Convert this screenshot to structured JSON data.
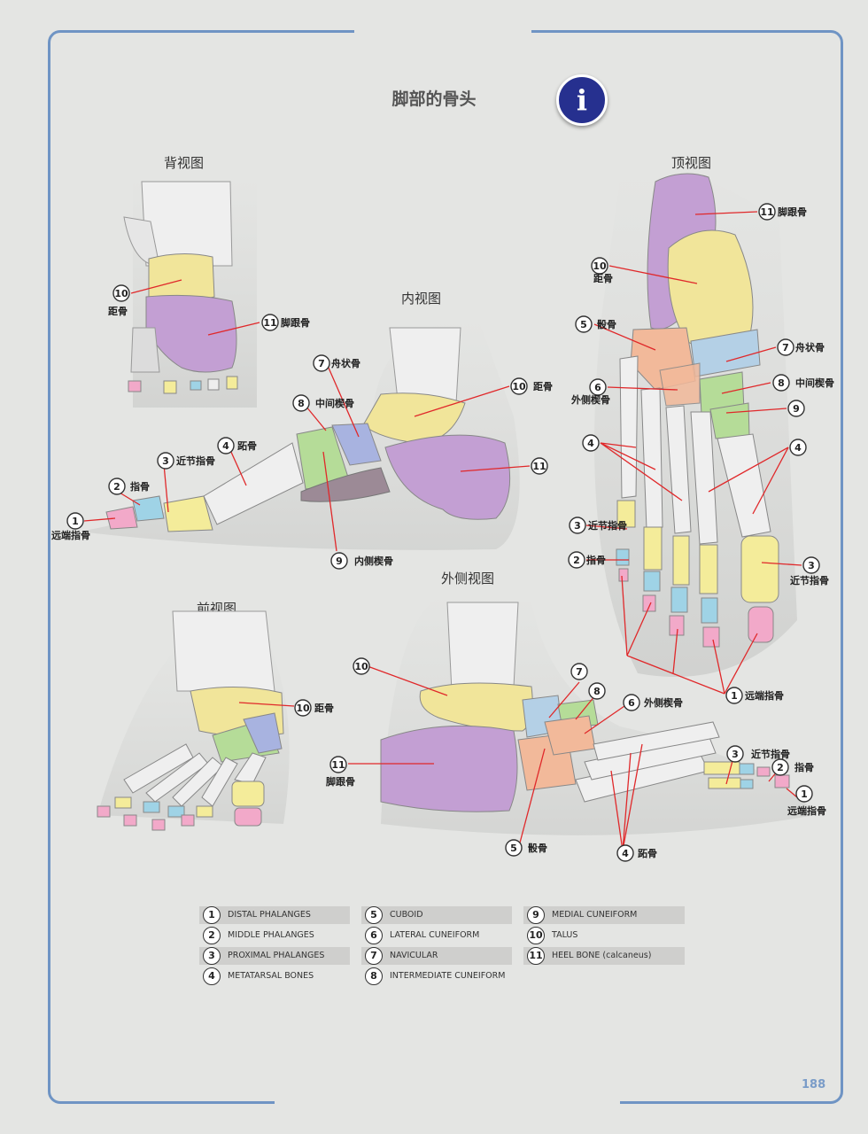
{
  "header": {
    "title": "脚部的骨头",
    "info_glyph": "i"
  },
  "views": {
    "dorsal": "背视图",
    "top": "顶视图",
    "medial": "内视图",
    "front": "前视图",
    "lateral": "外侧视图"
  },
  "labels": {
    "dorsal_10": "10",
    "dorsal_10_text": "距骨",
    "dorsal_11": "11",
    "dorsal_11_text": "脚跟骨",
    "top_11": "11",
    "top_11_text": "脚跟骨",
    "top_10": "10",
    "top_10_text": "距骨",
    "top_5": "5",
    "top_5_text": "骰骨",
    "top_7": "7",
    "top_7_text": "舟状骨",
    "top_6": "6",
    "top_6_text": "外侧楔骨",
    "top_8": "8",
    "top_8_text": "中间楔骨",
    "top_9": "9",
    "top_4a": "4",
    "top_4b": "4",
    "top_3a": "3",
    "top_3a_text": "近节指骨",
    "top_2": "2",
    "top_2_text": "指骨",
    "top_3b": "3",
    "top_3b_text": "近节指骨",
    "top_1": "1",
    "top_1_text": "远端指骨",
    "med_7": "7",
    "med_7_text": "舟状骨",
    "med_8": "8",
    "med_8_text": "中间楔骨",
    "med_10": "10",
    "med_10_text": "距骨",
    "med_4": "4",
    "med_4_text": "跖骨",
    "med_3": "3",
    "med_3_text": "近节指骨",
    "med_2": "2",
    "med_2_text": "指骨",
    "med_1": "1",
    "med_1_text": "远端指骨",
    "med_11": "11",
    "med_9": "9",
    "med_9_text": "内侧楔骨",
    "front_10": "10",
    "front_10_text": "距骨",
    "lat_10": "10",
    "lat_7": "7",
    "lat_8": "8",
    "lat_6": "6",
    "lat_6_text": "外侧楔骨",
    "lat_11": "11",
    "lat_11_text": "脚跟骨",
    "lat_3": "3",
    "lat_3_text": "近节指骨",
    "lat_2": "2",
    "lat_2_text": "指骨",
    "lat_1": "1",
    "lat_1_text": "远端指骨",
    "lat_5": "5",
    "lat_5_text": "骰骨",
    "lat_4": "4",
    "lat_4_text": "跖骨"
  },
  "legend": [
    {
      "n": "1",
      "text": "DISTAL PHALANGES"
    },
    {
      "n": "2",
      "text": "MIDDLE PHALANGES"
    },
    {
      "n": "3",
      "text": "PROXIMAL PHALANGES"
    },
    {
      "n": "4",
      "text": "METATARSAL BONES"
    },
    {
      "n": "5",
      "text": "CUBOID"
    },
    {
      "n": "6",
      "text": "LATERAL CUNEIFORM"
    },
    {
      "n": "7",
      "text": "NAVICULAR"
    },
    {
      "n": "8",
      "text": "INTERMEDIATE CUNEIFORM"
    },
    {
      "n": "9",
      "text": "MEDIAL CUNEIFORM"
    },
    {
      "n": "10",
      "text": "TALUS"
    },
    {
      "n": "11",
      "text": "HEEL BONE (calcaneus)"
    }
  ],
  "page_number": "188",
  "colors": {
    "frame": "#6f94c4",
    "info_bg": "#26308f",
    "leader": "#e0282a",
    "talus": "#f1e59a",
    "calcaneus": "#c39fd3",
    "navicular": "#b4d0e6",
    "cuboid": "#f2b99a",
    "medial_cuneiform": "#b5dc98",
    "intermediate_cuneiform": "#a8b3e0",
    "distal": "#f2a9c9",
    "middle": "#9fd3e6",
    "proximal": "#f4ec9a",
    "bone": "#efefef"
  }
}
